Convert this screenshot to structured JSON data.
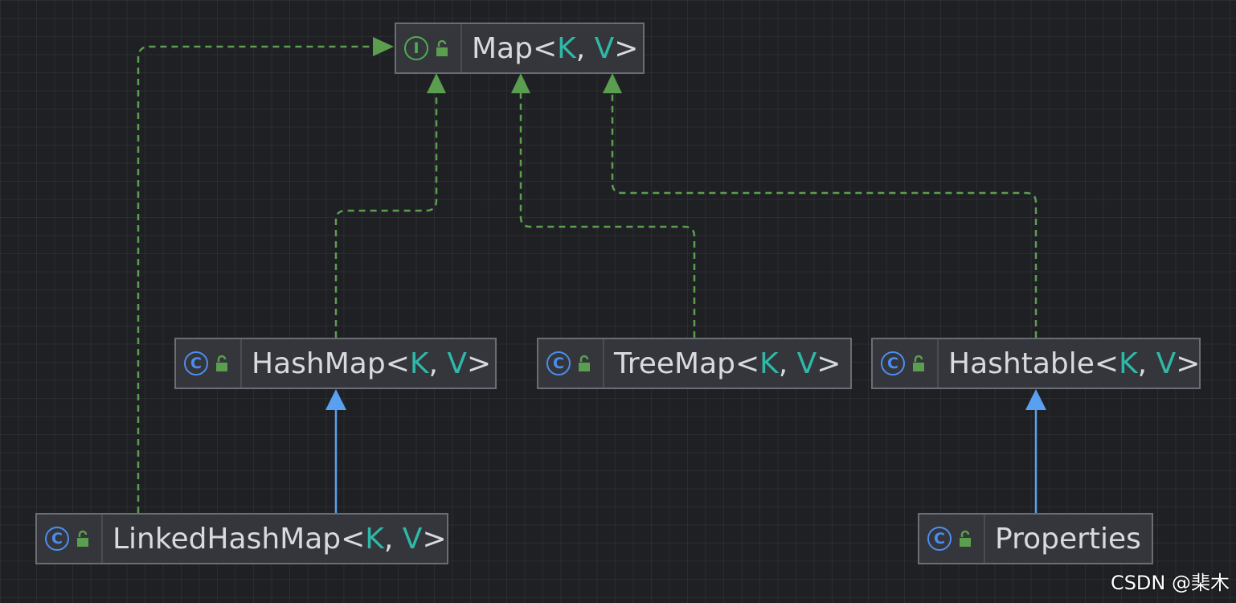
{
  "diagram": {
    "nodes": {
      "map": {
        "kind": "interface",
        "badge": "I",
        "name": "Map",
        "lt": "<",
        "k": "K",
        "comma": ", ",
        "v": "V",
        "gt": ">"
      },
      "hashmap": {
        "kind": "class",
        "badge": "C",
        "name": "HashMap",
        "lt": "<",
        "k": "K",
        "comma": ", ",
        "v": "V",
        "gt": ">"
      },
      "treemap": {
        "kind": "class",
        "badge": "C",
        "name": "TreeMap",
        "lt": "<",
        "k": "K",
        "comma": ", ",
        "v": "V",
        "gt": ">"
      },
      "hashtable": {
        "kind": "class",
        "badge": "C",
        "name": "Hashtable",
        "lt": "<",
        "k": "K",
        "comma": ", ",
        "v": "V",
        "gt": ">"
      },
      "linkedhashmap": {
        "kind": "class",
        "badge": "C",
        "name": "LinkedHashMap",
        "lt": "<",
        "k": "K",
        "comma": ", ",
        "v": "V",
        "gt": ">"
      },
      "properties": {
        "kind": "class",
        "badge": "C",
        "name": "Properties"
      }
    },
    "edges": [
      {
        "from": "linkedhashmap",
        "to": "map",
        "type": "implements"
      },
      {
        "from": "hashmap",
        "to": "map",
        "type": "implements"
      },
      {
        "from": "treemap",
        "to": "map",
        "type": "implements"
      },
      {
        "from": "hashtable",
        "to": "map",
        "type": "implements"
      },
      {
        "from": "linkedhashmap",
        "to": "hashmap",
        "type": "extends"
      },
      {
        "from": "properties",
        "to": "hashtable",
        "type": "extends"
      }
    ],
    "colors": {
      "implements": "#5c9e4f",
      "extends": "#5aa0f0",
      "type_param": "#2fb8a8",
      "class_badge": "#4b8ef0",
      "interface_badge": "#4caf50",
      "lock": "#5c9e4f"
    },
    "icons": {
      "class": "class-c-icon",
      "interface": "interface-i-icon",
      "visibility": "public-lock-icon"
    }
  },
  "watermark": "CSDN @棐木"
}
